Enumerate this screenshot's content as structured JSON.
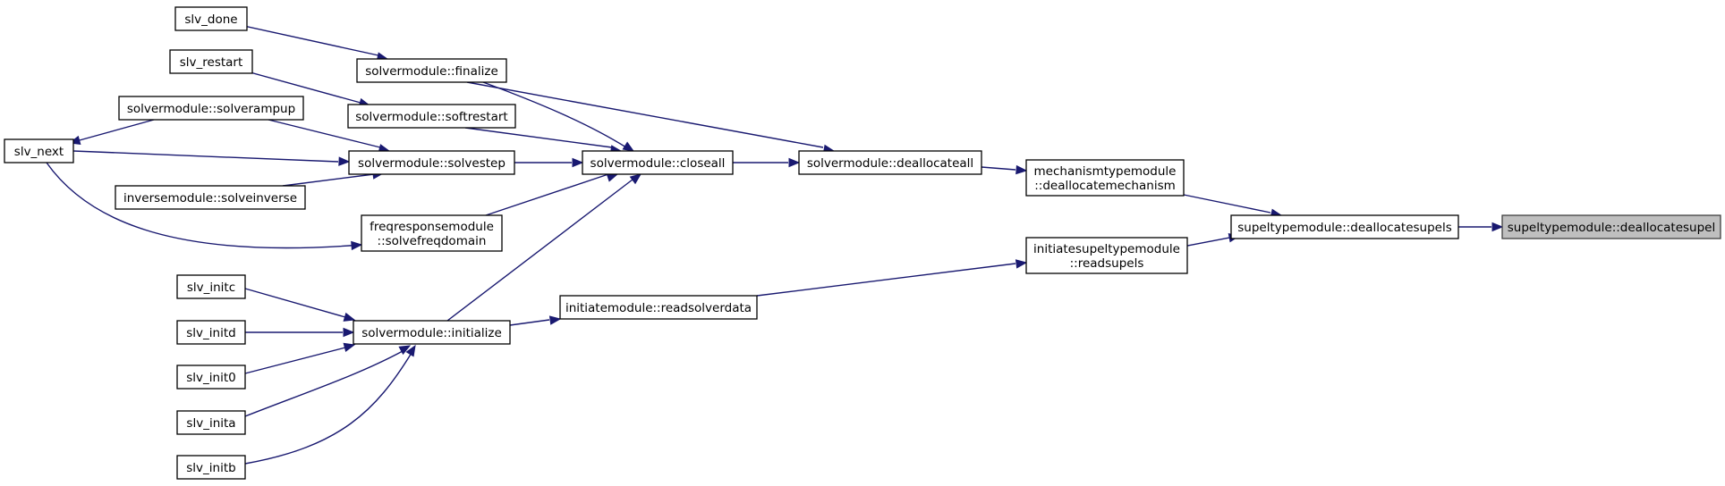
{
  "graph": {
    "direction": "right-to-left caller graph",
    "colors": {
      "edge": "#191970",
      "node_border": "#000000",
      "root_fill": "#bfbfbf",
      "node_fill": "#ffffff"
    },
    "nodes": {
      "slv_done": {
        "lines": [
          "slv_done"
        ]
      },
      "slv_restart": {
        "lines": [
          "slv_restart"
        ]
      },
      "solveramp": {
        "lines": [
          "solvermodule::solverampup"
        ]
      },
      "slv_next": {
        "lines": [
          "slv_next"
        ]
      },
      "inverse": {
        "lines": [
          "inversemodule::solveinverse"
        ]
      },
      "finalize": {
        "lines": [
          "solvermodule::finalize"
        ]
      },
      "softrestart": {
        "lines": [
          "solvermodule::softrestart"
        ]
      },
      "solvestep": {
        "lines": [
          "solvermodule::solvestep"
        ]
      },
      "freq": {
        "lines": [
          "freqresponsemodule",
          "::solvefreqdomain"
        ]
      },
      "closeall": {
        "lines": [
          "solvermodule::closeall"
        ]
      },
      "deallocall": {
        "lines": [
          "solvermodule::deallocateall"
        ]
      },
      "mech": {
        "lines": [
          "mechanismtypemodule",
          "::deallocatemechanism"
        ]
      },
      "supels": {
        "lines": [
          "supeltypemodule::deallocatesupels"
        ]
      },
      "root": {
        "lines": [
          "supeltypemodule::deallocatesupel"
        ]
      },
      "readsupels": {
        "lines": [
          "initiatesupeltypemodule",
          "::readsupels"
        ]
      },
      "readsolver": {
        "lines": [
          "initiatemodule::readsolverdata"
        ]
      },
      "initialize": {
        "lines": [
          "solvermodule::initialize"
        ]
      },
      "initc": {
        "lines": [
          "slv_initc"
        ]
      },
      "initd": {
        "lines": [
          "slv_initd"
        ]
      },
      "init0": {
        "lines": [
          "slv_init0"
        ]
      },
      "inita": {
        "lines": [
          "slv_inita"
        ]
      },
      "initb": {
        "lines": [
          "slv_initb"
        ]
      }
    }
  }
}
